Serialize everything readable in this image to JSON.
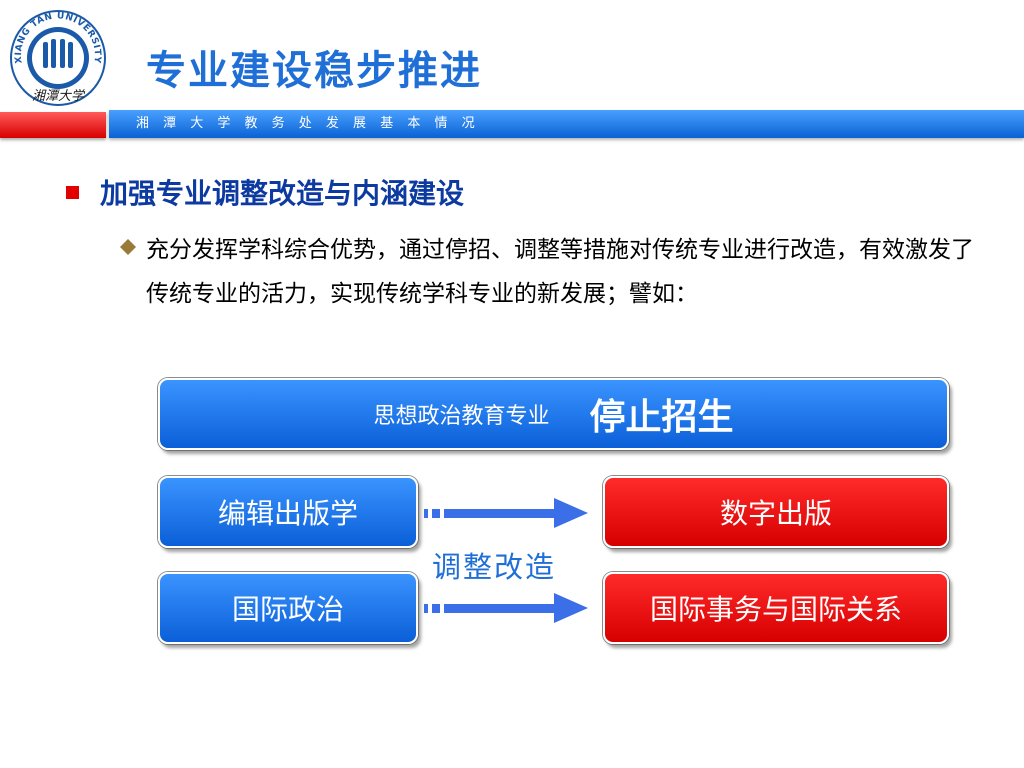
{
  "logo": {
    "ring_text": "XIANG TAN UNIVERSITY",
    "calligraphy": "湘潭大学",
    "colors": {
      "ring": "#1a5aa8",
      "inner": "#ffffff"
    }
  },
  "header": {
    "title": "专业建设稳步推进",
    "band_text": "湘 潭 大 学 教 务 处 发 展 基 本 情 况",
    "colors": {
      "title": "#1f6fd6",
      "band_blue": "#0a62d4",
      "band_red": "#d80000"
    }
  },
  "content": {
    "bullet1": "加强专业调整改造与内涵建设",
    "bullet2": "充分发挥学科综合优势，通过停招、调整等措施对传统专业进行改造，有效激发了传统专业的活力，实现传统学科专业的新发展；譬如："
  },
  "diagram": {
    "stop_box": {
      "major": "思想政治教育专业",
      "action": "停止招生"
    },
    "from": [
      "编辑出版学",
      "国际政治"
    ],
    "to": [
      "数字出版",
      "国际事务与国际关系"
    ],
    "transform_label": "调整改造",
    "colors": {
      "blue_box": "#0b5fd8",
      "red_box": "#d70000",
      "arrow": "#3b6fe8"
    }
  }
}
